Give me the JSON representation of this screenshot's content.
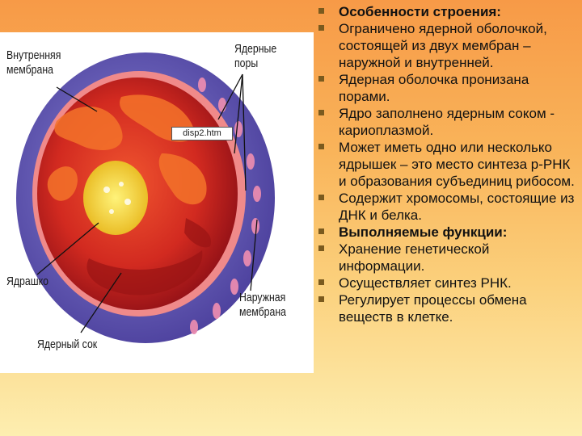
{
  "figure": {
    "labels": {
      "inner_membrane": "Внутренняя\nмембрана",
      "nuclear_pores": "Ядерные\nпоры",
      "nucleolus": "Ядрашко",
      "outer_membrane": "Наружная\nмембрана",
      "nuclear_sap": "Ядерный сок"
    },
    "web_label": "disp2.htm",
    "colors": {
      "outer_envelope": "#6a63b8",
      "nucleoplasm": "#c81f1f",
      "nucleolus": "#f2d23a"
    }
  },
  "bullets": [
    {
      "text": "Особенности строения:",
      "bold": true
    },
    {
      "text": "Ограничено ядерной оболочкой, состоящей из двух мембран – наружной и внутренней.",
      "bold": false
    },
    {
      "text": "Ядерная оболочка пронизана порами.",
      "bold": false
    },
    {
      "text": "Ядро заполнено ядерным соком - кариоплазмой.",
      "bold": false
    },
    {
      "text": "Может иметь одно или несколько ядрышек – это место синтеза р-РНК и образования субъединиц рибосом.",
      "bold": false
    },
    {
      "text": "Содержит хромосомы, состоящие из ДНК и белка.",
      "bold": false
    },
    {
      "text": "Выполняемые функции:",
      "bold": true
    },
    {
      "text": "Хранение генетической информации.",
      "bold": false
    },
    {
      "text": "Осуществляет синтез РНК.",
      "bold": false
    },
    {
      "text": "Регулирует процессы обмена веществ в клетке.",
      "bold": false
    }
  ]
}
